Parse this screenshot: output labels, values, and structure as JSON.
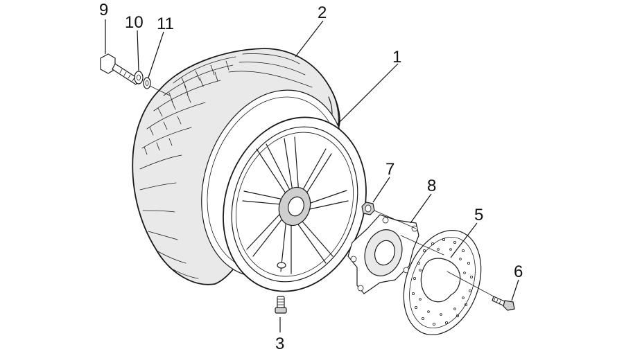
{
  "diagram": {
    "callouts": [
      {
        "id": "c1",
        "label": "1"
      },
      {
        "id": "c2",
        "label": "2"
      },
      {
        "id": "c3",
        "label": "3"
      },
      {
        "id": "c5",
        "label": "5"
      },
      {
        "id": "c6",
        "label": "6"
      },
      {
        "id": "c7",
        "label": "7"
      },
      {
        "id": "c8",
        "label": "8"
      },
      {
        "id": "c9",
        "label": "9"
      },
      {
        "id": "c10",
        "label": "10"
      },
      {
        "id": "c11",
        "label": "11"
      }
    ],
    "colors": {
      "line": "#1a1a1a",
      "fill": "#e9e9e9",
      "background": "#ffffff"
    }
  }
}
